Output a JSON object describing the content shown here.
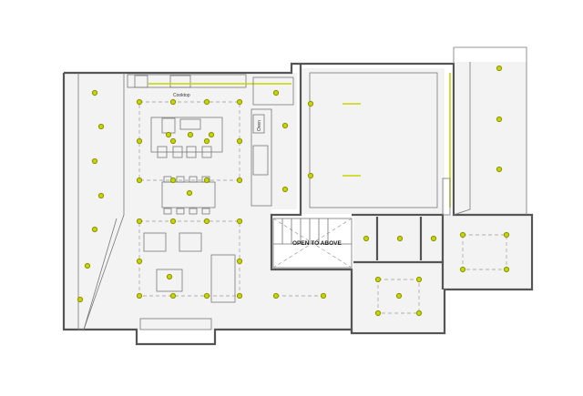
{
  "labels": {
    "cooktop": "Cooktop",
    "oven": "Oven",
    "open_to_above": "OPEN TO ABOVE"
  },
  "colors": {
    "light_fixture": "#c8d400",
    "wall": "#555555",
    "floor": "#f3f3f3"
  }
}
